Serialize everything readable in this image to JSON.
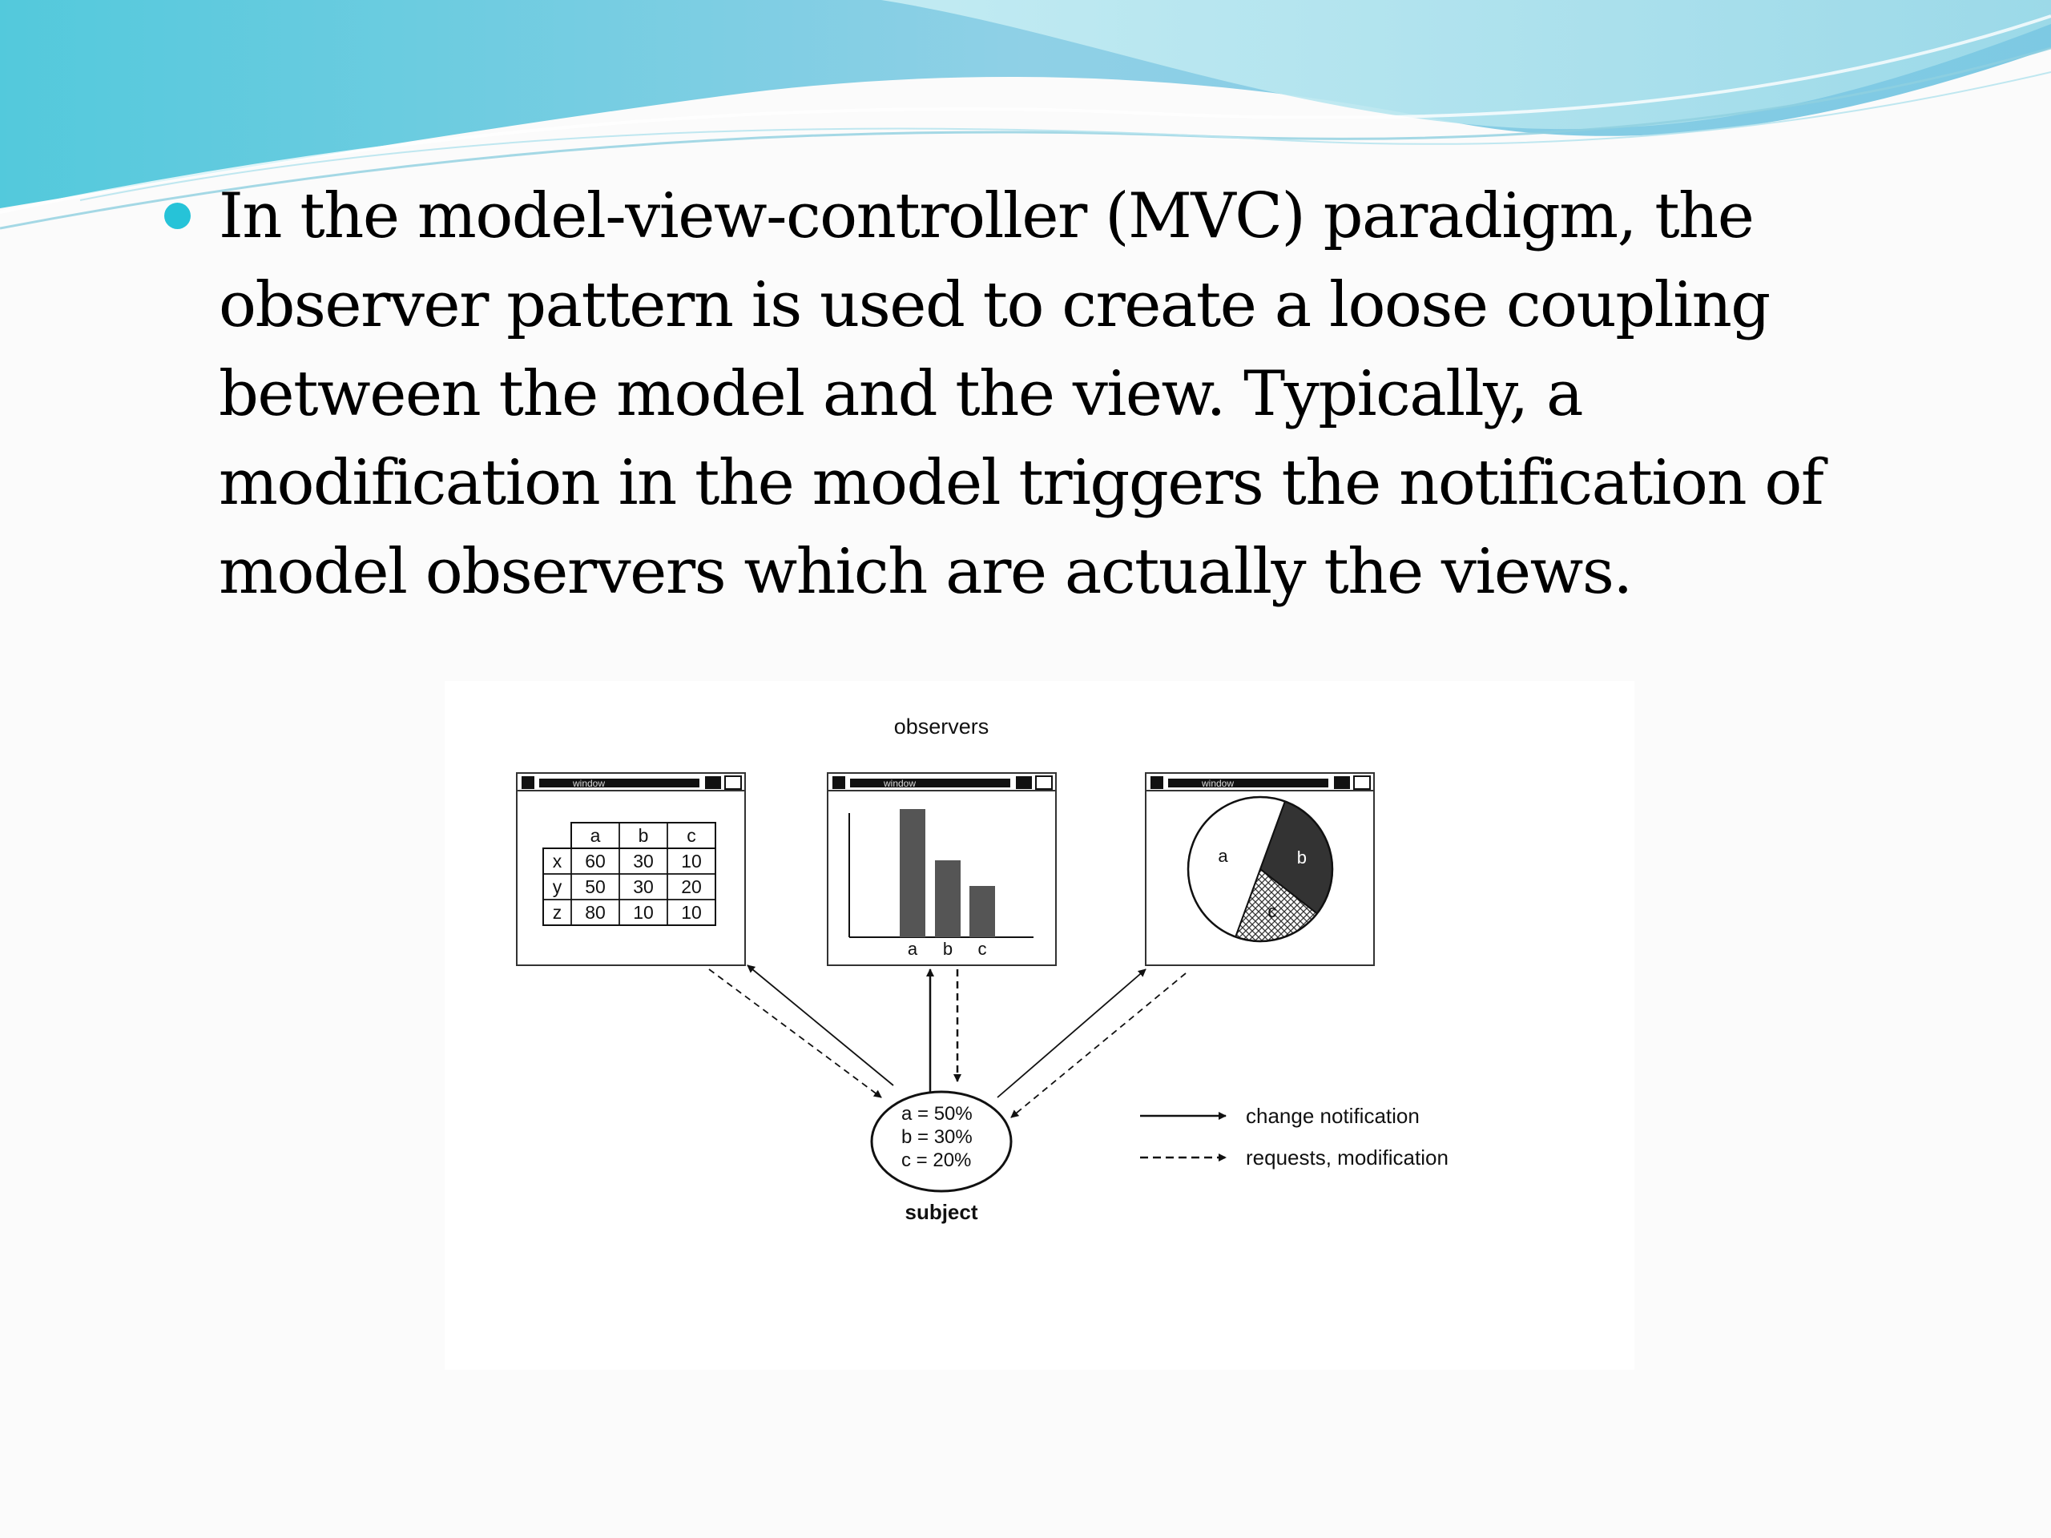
{
  "bullet": {
    "text": "In the model-view-controller (MVC) paradigm, the observer pattern is used to create a loose coupling between the model and the view. Typically, a modification in the model triggers the notification of model observers which are actually the views."
  },
  "diagram": {
    "observers_label": "observers",
    "subject_label": "subject",
    "window_title": "window",
    "table": {
      "headers": [
        "",
        "a",
        "b",
        "c"
      ],
      "rows": [
        [
          "x",
          "60",
          "30",
          "10"
        ],
        [
          "y",
          "50",
          "30",
          "20"
        ],
        [
          "z",
          "80",
          "10",
          "10"
        ]
      ]
    },
    "bar_chart": {
      "categories": [
        "a",
        "b",
        "c"
      ],
      "values": [
        50,
        30,
        20
      ]
    },
    "pie_chart": {
      "labels": [
        "a",
        "b",
        "c"
      ],
      "values": [
        50,
        30,
        20
      ]
    },
    "subject_values": [
      "a = 50%",
      "b = 30%",
      "c = 20%"
    ],
    "legend": {
      "change": "change notification",
      "requests": "requests, modification"
    }
  },
  "colors": {
    "bullet": "#26c3d8",
    "wave_dark": "#5cc0d8",
    "wave_light": "#bfe9f1"
  }
}
